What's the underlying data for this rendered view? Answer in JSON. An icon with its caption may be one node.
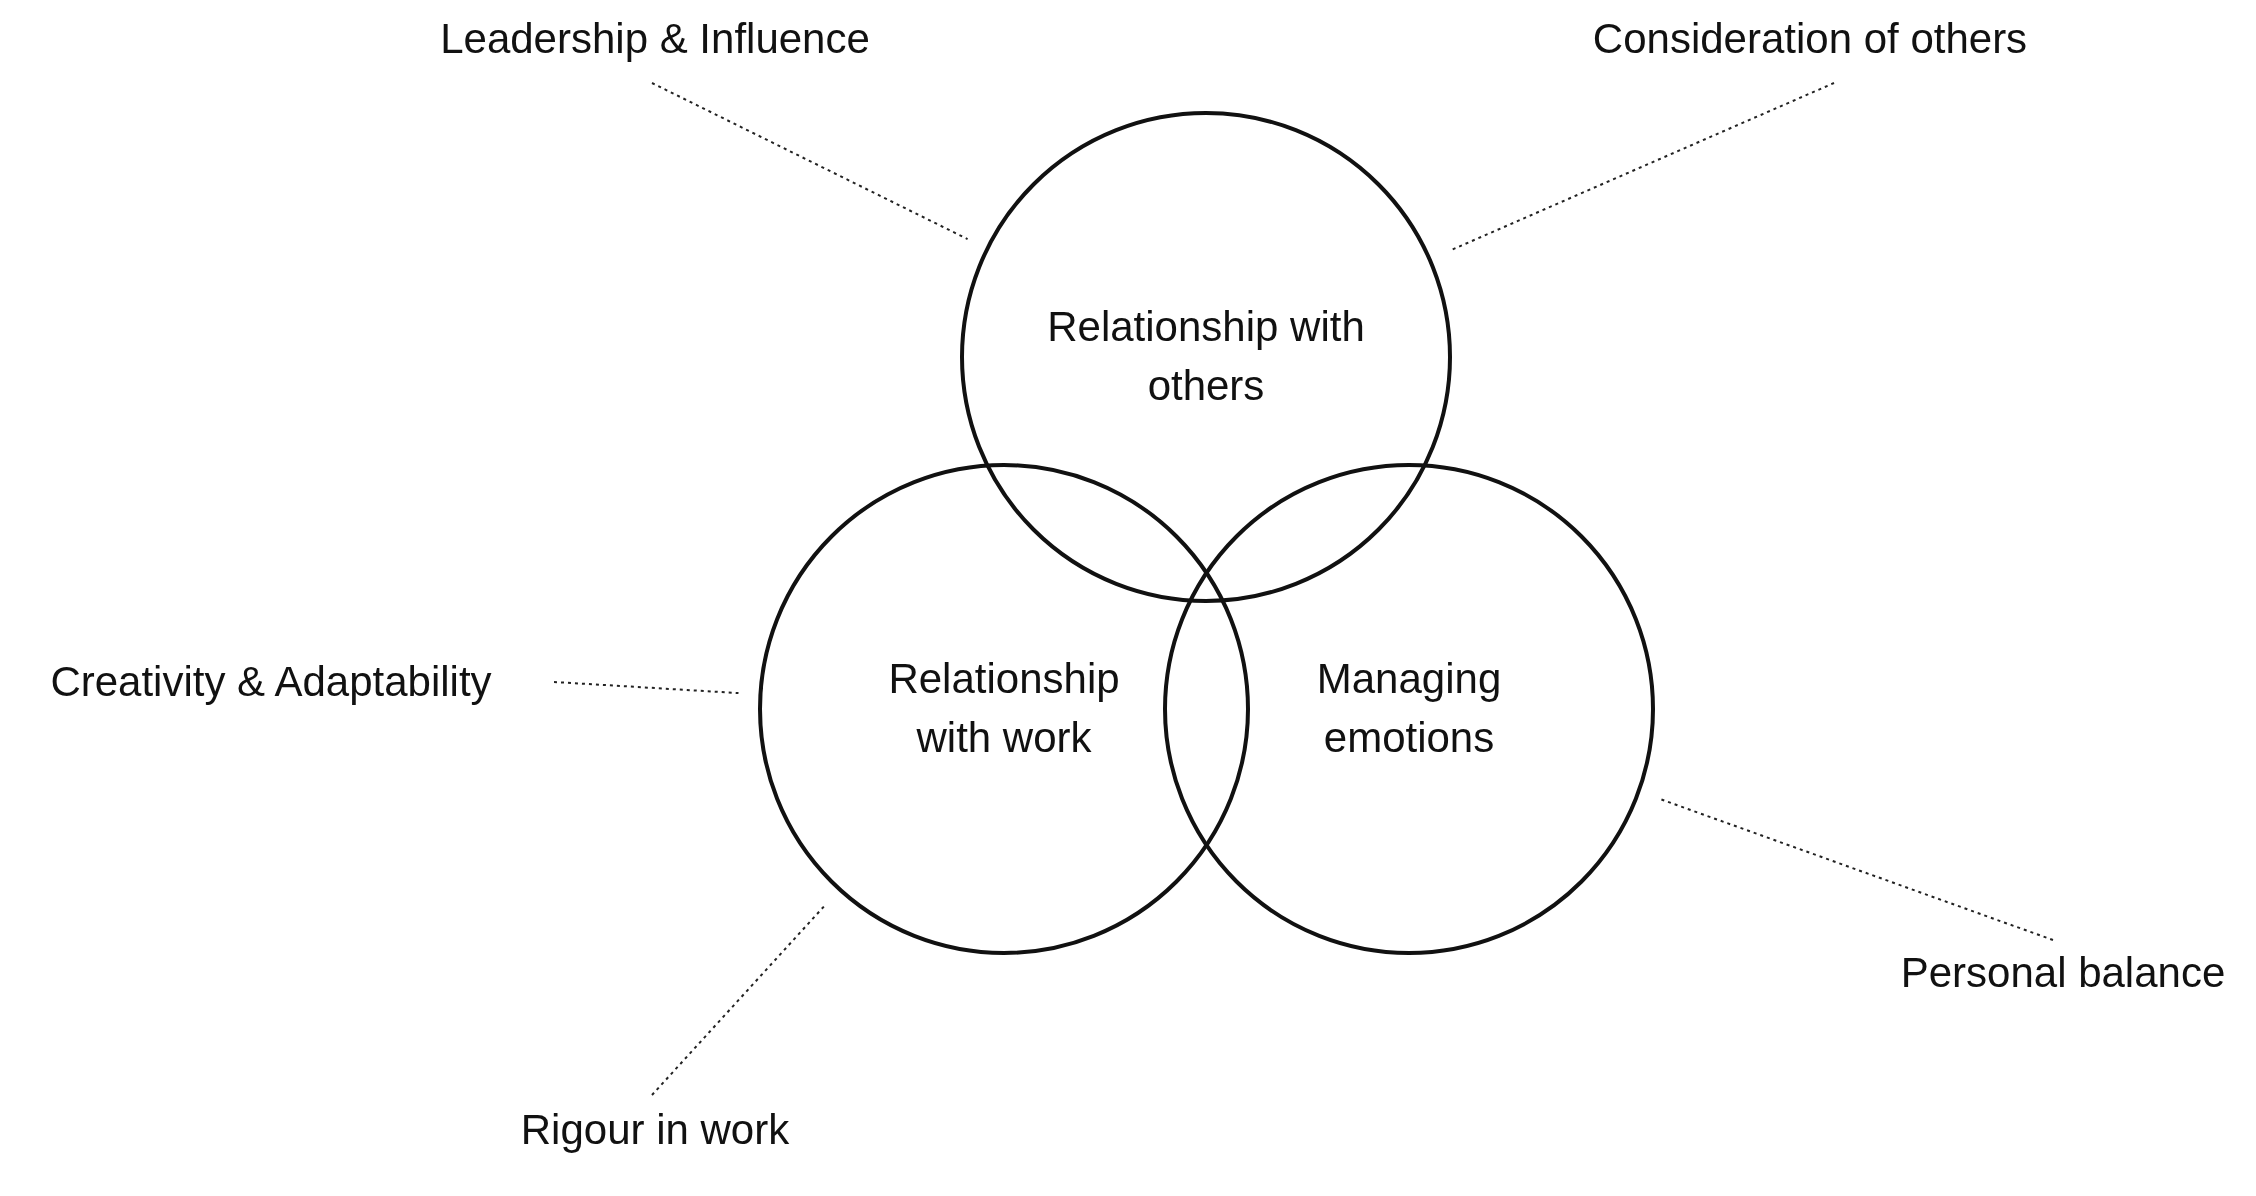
{
  "diagram": {
    "nodes": [
      {
        "text": [
          "Relationship with others"
        ]
      },
      {
        "text": [
          "Relationship with work"
        ]
      },
      {
        "text": [
          "Managing emotions"
        ]
      },
      {
        "text": [
          "Leadership & Influence"
        ]
      },
      {
        "text": [
          "Consideration of others"
        ]
      },
      {
        "text": [
          "Creativity & Adaptability"
        ]
      },
      {
        "text": [
          "Rigour in work"
        ]
      },
      {
        "text": [
          "Personal balance"
        ]
      }
    ],
    "edges": [
      {
        "from": 3,
        "to": 0,
        "arrow": "none",
        "style": "dashed"
      },
      {
        "from": 4,
        "to": 0,
        "arrow": "none",
        "style": "dashed"
      },
      {
        "from": 5,
        "to": 1,
        "arrow": "none",
        "style": "dashed"
      },
      {
        "from": 6,
        "to": 1,
        "arrow": "none",
        "style": "dashed"
      },
      {
        "from": 7,
        "to": 2,
        "arrow": "none",
        "style": "dashed"
      }
    ]
  }
}
